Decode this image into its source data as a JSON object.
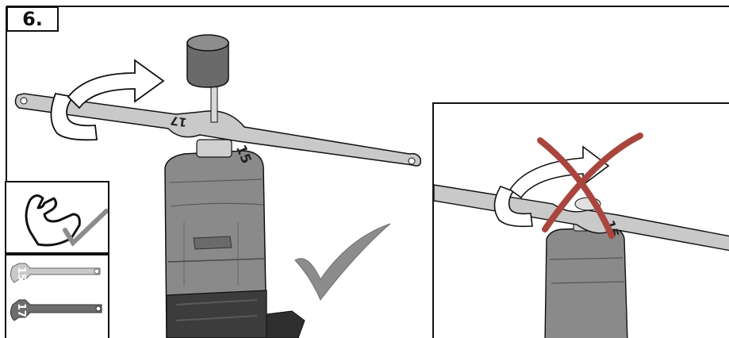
{
  "step": {
    "number": "6."
  },
  "main_wrench": {
    "size_top": "17",
    "size_bottom": "15"
  },
  "inset_wrench": {
    "size": "15"
  },
  "legend_wrenches": [
    {
      "size": "15",
      "shade": "light"
    },
    {
      "size": "17",
      "shade": "dark"
    }
  ],
  "icons": {
    "rotation": "rotate-clockwise-arrow-icon",
    "approved": "check-mark-icon",
    "prohibited": "cross-mark-icon",
    "strength": "flexed-arm-icon"
  },
  "colors": {
    "line": "#111111",
    "metal_light": "#c7c7c7",
    "metal_dark": "#6d6d6d",
    "tool_body": "#8a8a8a",
    "tool_dark": "#3c3c3c",
    "accent_red": "#a8453d",
    "check_gray": "#8c8c8c"
  }
}
